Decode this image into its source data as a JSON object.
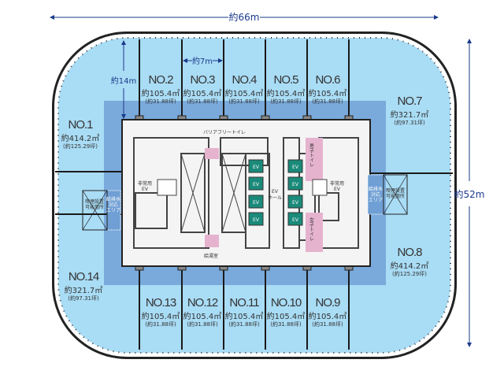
{
  "title": "Floor plan",
  "dimensions": {
    "width": "約66m",
    "height": "約52m",
    "depth": "約14m",
    "span": "約7m"
  },
  "units": [
    {
      "name": "NO.1",
      "area": "約414.2㎡",
      "tsubo": "(約125.29坪)"
    },
    {
      "name": "NO.2",
      "area": "約105.4㎡",
      "tsubo": "(約31.88坪)"
    },
    {
      "name": "NO.3",
      "area": "約105.4㎡",
      "tsubo": "(約31.88坪)"
    },
    {
      "name": "NO.4",
      "area": "約105.4㎡",
      "tsubo": "(約31.88坪)"
    },
    {
      "name": "NO.5",
      "area": "約105.4㎡",
      "tsubo": "(約31.88坪)"
    },
    {
      "name": "NO.6",
      "area": "約105.4㎡",
      "tsubo": "(約31.88坪)"
    },
    {
      "name": "NO.7",
      "area": "約321.7㎡",
      "tsubo": "(約97.31坪)"
    },
    {
      "name": "NO.8",
      "area": "約414.2㎡",
      "tsubo": "(約125.29坪)"
    },
    {
      "name": "NO.9",
      "area": "約105.4㎡",
      "tsubo": "(約31.88坪)"
    },
    {
      "name": "NO.10",
      "area": "約105.4㎡",
      "tsubo": "(約31.88坪)"
    },
    {
      "name": "NO.11",
      "area": "約105.4㎡",
      "tsubo": "(約31.88坪)"
    },
    {
      "name": "NO.12",
      "area": "約105.4㎡",
      "tsubo": "(約31.88坪)"
    },
    {
      "name": "NO.13",
      "area": "約105.4㎡",
      "tsubo": "(約31.88坪)"
    },
    {
      "name": "NO.14",
      "area": "約321.7㎡",
      "tsubo": "(約97.31坪)"
    }
  ],
  "core": {
    "barrier_free_toilet": "バリアフリートイレ",
    "kyutoshitsu": "給湯室",
    "emergency_ev_l1": "非常用",
    "emergency_ev_l2": "EV",
    "ev": "EV",
    "ev_hall_l1": "EV",
    "ev_hall_l2": "ホール",
    "mens_toilet": "男子トイレ",
    "womens_toilet": "女子トイレ"
  },
  "areas": {
    "water_l1": "給排水",
    "water_l2": "対応",
    "water_l3": "エリア",
    "smoking_l1": "喫煙設置",
    "smoking_l2": "可能箇所"
  },
  "colors": {
    "floor": "#a9dcf5",
    "band": "#7aaadb",
    "core": "#f4f4f4",
    "ev": "#1a8a7a",
    "toilet": "#e6b3cf",
    "dim": "#1a3a8a"
  }
}
